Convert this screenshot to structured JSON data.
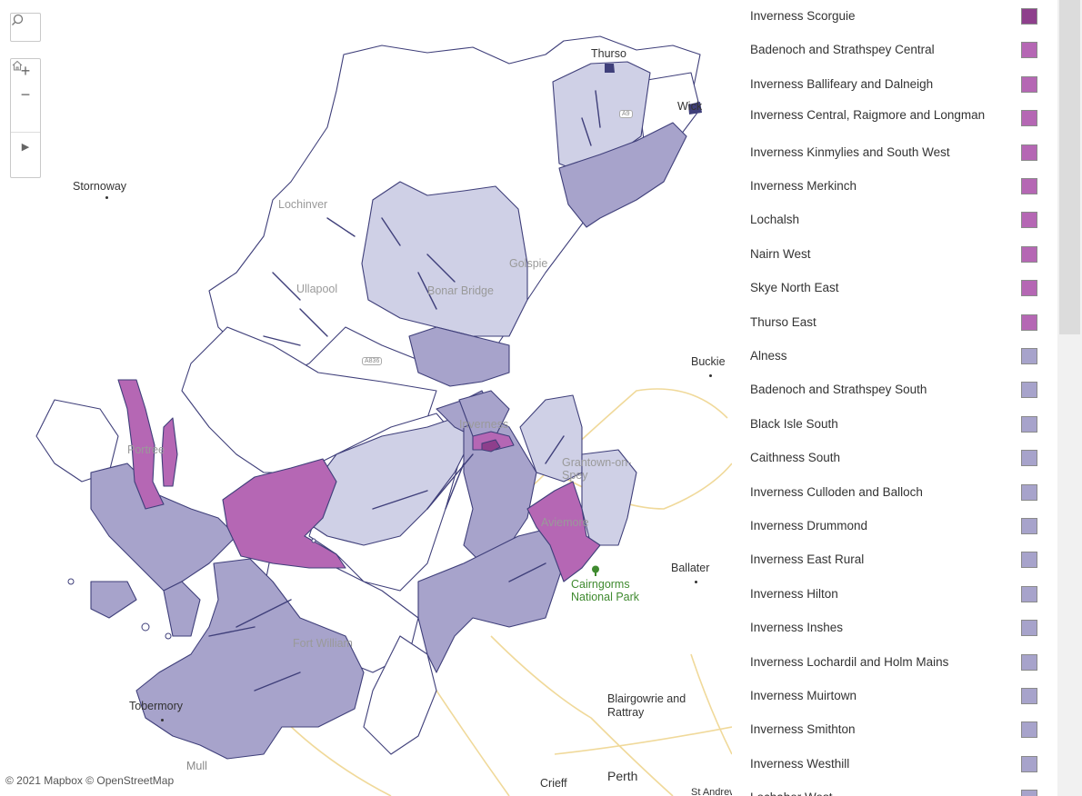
{
  "map": {
    "attribution": "© 2021 Mapbox © OpenStreetMap",
    "colors": {
      "dark": "#8e3f8c",
      "pink": "#b567b4",
      "mid": "#a7a3cb",
      "light": "#cfd0e6",
      "border": "#3f3f7a",
      "road": "#f0d99a",
      "park": "#3f8a2f"
    },
    "places": [
      "Thurso",
      "Wick",
      "Stornoway",
      "Lochinver",
      "Ullapool",
      "Bonar Bridge",
      "Golspie",
      "Buckie",
      "Inverness",
      "Portree",
      "Grantown-on-Spey",
      "Aviemore",
      "Cairngorms National Park",
      "Ballater",
      "Fort William",
      "Tobermory",
      "Mull",
      "Blairgowrie and Rattray",
      "Perth",
      "Crieff",
      "St Andrews"
    ],
    "roads": [
      "A9",
      "A836"
    ]
  },
  "controls": {
    "search_icon": "magnifier-icon",
    "zoom_in": "+",
    "zoom_out": "−",
    "home": "home-icon",
    "play": "▶"
  },
  "legend": {
    "items": [
      {
        "label": "Inverness Scorguie",
        "color": "#8e3f8c"
      },
      {
        "label": "Badenoch and Strathspey Central",
        "color": "#b567b4"
      },
      {
        "label": "Inverness Ballifeary and Dalneigh",
        "color": "#b567b4"
      },
      {
        "label": "Inverness Central, Raigmore and Longman",
        "color": "#b567b4"
      },
      {
        "label": "Inverness Kinmylies and South West",
        "color": "#b567b4"
      },
      {
        "label": "Inverness Merkinch",
        "color": "#b567b4"
      },
      {
        "label": "Lochalsh",
        "color": "#b567b4"
      },
      {
        "label": "Nairn West",
        "color": "#b567b4"
      },
      {
        "label": "Skye North East",
        "color": "#b567b4"
      },
      {
        "label": "Thurso East",
        "color": "#b567b4"
      },
      {
        "label": "Alness",
        "color": "#a7a3cb"
      },
      {
        "label": "Badenoch and Strathspey South",
        "color": "#a7a3cb"
      },
      {
        "label": "Black Isle South",
        "color": "#a7a3cb"
      },
      {
        "label": "Caithness South",
        "color": "#a7a3cb"
      },
      {
        "label": "Inverness Culloden and Balloch",
        "color": "#a7a3cb"
      },
      {
        "label": "Inverness Drummond",
        "color": "#a7a3cb"
      },
      {
        "label": "Inverness East Rural",
        "color": "#a7a3cb"
      },
      {
        "label": "Inverness Hilton",
        "color": "#a7a3cb"
      },
      {
        "label": "Inverness Inshes",
        "color": "#a7a3cb"
      },
      {
        "label": "Inverness Lochardil and Holm Mains",
        "color": "#a7a3cb"
      },
      {
        "label": "Inverness Muirtown",
        "color": "#a7a3cb"
      },
      {
        "label": "Inverness Smithton",
        "color": "#a7a3cb"
      },
      {
        "label": "Inverness Westhill",
        "color": "#a7a3cb"
      },
      {
        "label": "Lochaber West",
        "color": "#a7a3cb"
      }
    ]
  }
}
